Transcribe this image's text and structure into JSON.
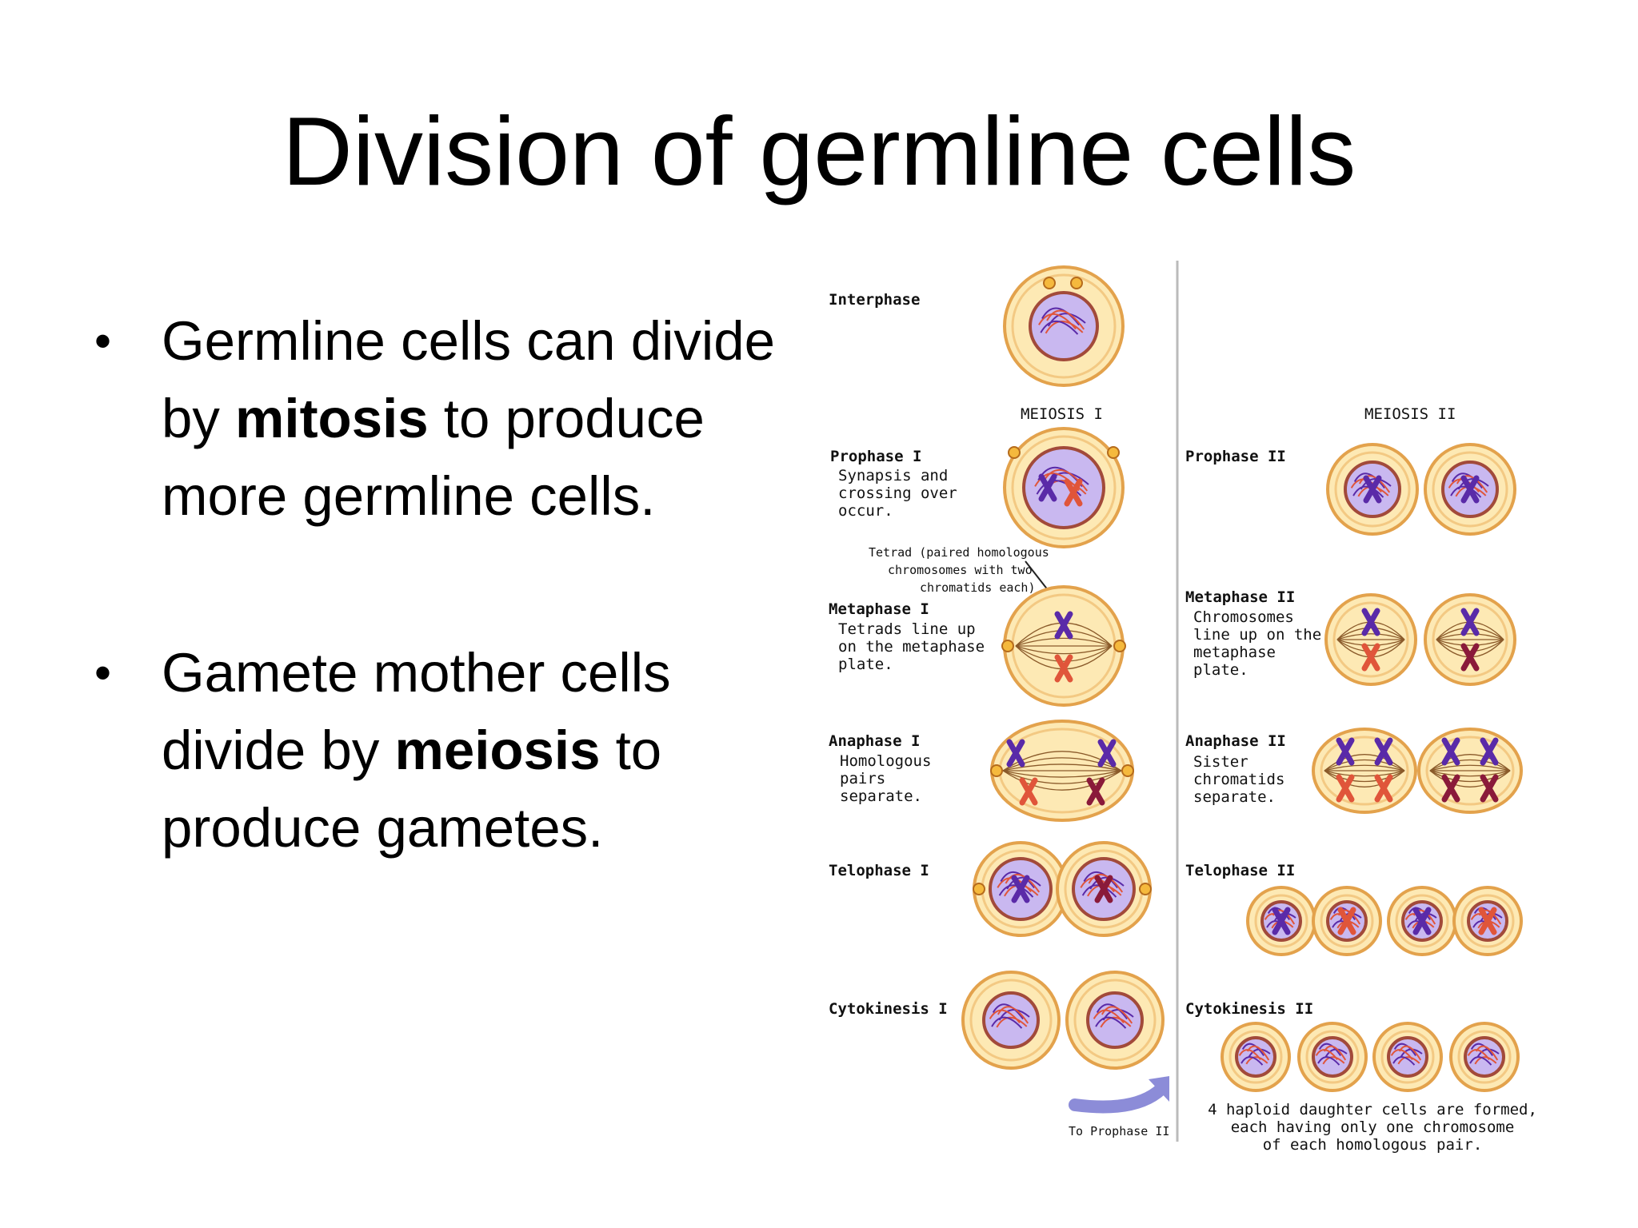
{
  "slide": {
    "title": "Division of germline cells",
    "bullets": [
      {
        "pre": "Germline cells can divide by ",
        "bold": "mitosis",
        "post": " to produce more germline cells."
      },
      {
        "pre": "Gamete mother cells divide by ",
        "bold": "meiosis",
        "post": " to produce gametes."
      }
    ]
  },
  "diagram": {
    "interphase": "Interphase",
    "meiosis_i": "MEIOSIS I",
    "meiosis_ii": "MEIOSIS II",
    "prophase_i": {
      "name": "Prophase I",
      "desc": [
        "Synapsis and",
        "crossing over",
        "occur."
      ]
    },
    "tetrad_note": [
      "Tetrad (paired homologous",
      "chromosomes with two",
      "chromatids each)"
    ],
    "metaphase_i": {
      "name": "Metaphase I",
      "desc": [
        "Tetrads line up",
        "on the metaphase",
        "plate."
      ]
    },
    "anaphase_i": {
      "name": "Anaphase I",
      "desc": [
        "Homologous",
        "pairs",
        "separate."
      ]
    },
    "telophase_i": {
      "name": "Telophase I"
    },
    "cytokinesis_i": {
      "name": "Cytokinesis I"
    },
    "to_prophase_ii": "To Prophase II",
    "prophase_ii": {
      "name": "Prophase II"
    },
    "metaphase_ii": {
      "name": "Metaphase II",
      "desc": [
        "Chromosomes",
        "line up on the",
        "metaphase",
        "plate."
      ]
    },
    "anaphase_ii": {
      "name": "Anaphase II",
      "desc": [
        "Sister",
        "chromatids",
        "separate."
      ]
    },
    "telophase_ii": {
      "name": "Telophase II"
    },
    "cytokinesis_ii": {
      "name": "Cytokinesis II"
    },
    "result": [
      "4 haploid daughter cells are formed,",
      "each having only one chromosome",
      "of each homologous pair."
    ]
  },
  "colors": {
    "cell_fill": "#fde9b4",
    "cell_edge": "#e3a24c",
    "nucleus": "#c9b8f0",
    "chrom_purple": "#5a2aa8",
    "chrom_red": "#e0553a",
    "chrom_maroon": "#8a1a3a",
    "divider": "#bbbbbb",
    "arrow": "#8c8cd8"
  }
}
